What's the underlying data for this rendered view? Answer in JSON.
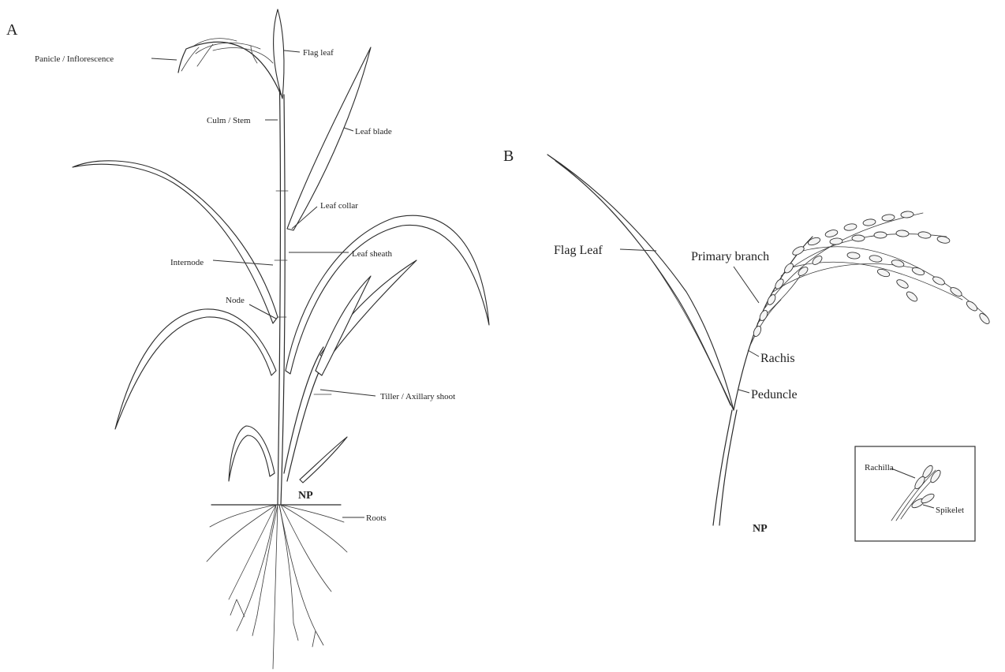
{
  "panels": {
    "a": {
      "letter": "A",
      "labels": {
        "panicle": "Panicle / Inflorescence",
        "flag_leaf": "Flag leaf",
        "culm": "Culm / Stem",
        "leaf_blade": "Leaf blade",
        "leaf_collar": "Leaf collar",
        "internode": "Internode",
        "leaf_sheath": "Leaf sheath",
        "node": "Node",
        "tiller": "Tiller / Axillary shoot",
        "roots": "Roots"
      },
      "artist_mark": "NP"
    },
    "b": {
      "letter": "B",
      "labels": {
        "flag_leaf": "Flag Leaf",
        "primary_branch": "Primary branch",
        "rachis": "Rachis",
        "peduncle": "Peduncle"
      },
      "artist_mark": "NP",
      "inset": {
        "rachilla": "Rachilla",
        "spikelet": "Spikelet"
      }
    }
  },
  "colors": {
    "ink": "#2b2b2b",
    "background": "#ffffff"
  }
}
